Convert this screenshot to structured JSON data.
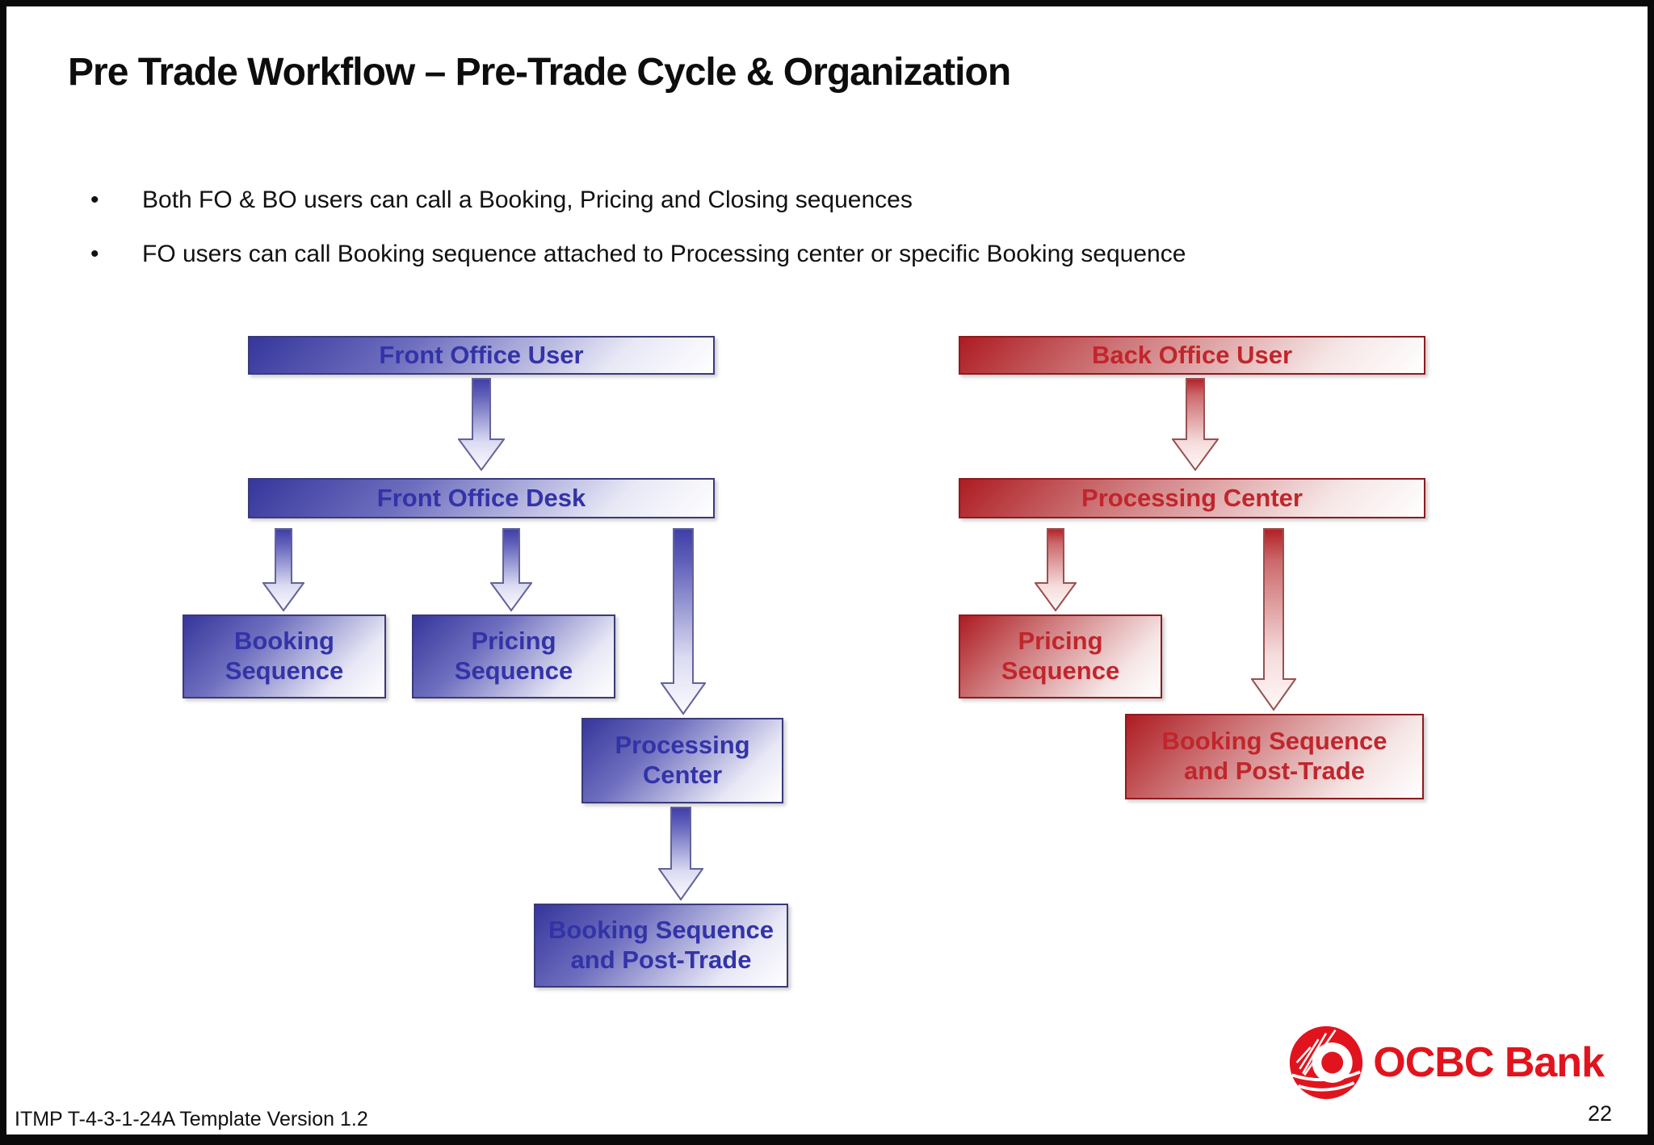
{
  "title": "Pre Trade Workflow – Pre-Trade Cycle & Organization",
  "bullets": [
    {
      "marker": "•",
      "text": "Both FO & BO users can call a Booking, Pricing and Closing sequences"
    },
    {
      "marker": "•",
      "text": "FO users can call Booking sequence attached to Processing center or specific Booking sequence"
    }
  ],
  "diagram": {
    "front_office": {
      "user": "Front Office User",
      "desk": "Front Office Desk",
      "booking": "Booking\nSequence",
      "pricing": "Pricing\nSequence",
      "processing": "Processing\nCenter",
      "booking_post_trade": "Booking Sequence\nand Post-Trade"
    },
    "back_office": {
      "user": "Back Office User",
      "processing": "Processing Center",
      "pricing": "Pricing\nSequence",
      "booking_post_trade": "Booking Sequence\nand Post-Trade"
    }
  },
  "footer": {
    "template_version": "ITMP T-4-3-1-24A Template Version 1.2",
    "page_number": "22"
  },
  "logo": {
    "brand": "OCBC Bank"
  },
  "colors": {
    "front_office_accent": "#3333a8",
    "back_office_accent": "#c0262c",
    "brand_red": "#e1141e"
  }
}
